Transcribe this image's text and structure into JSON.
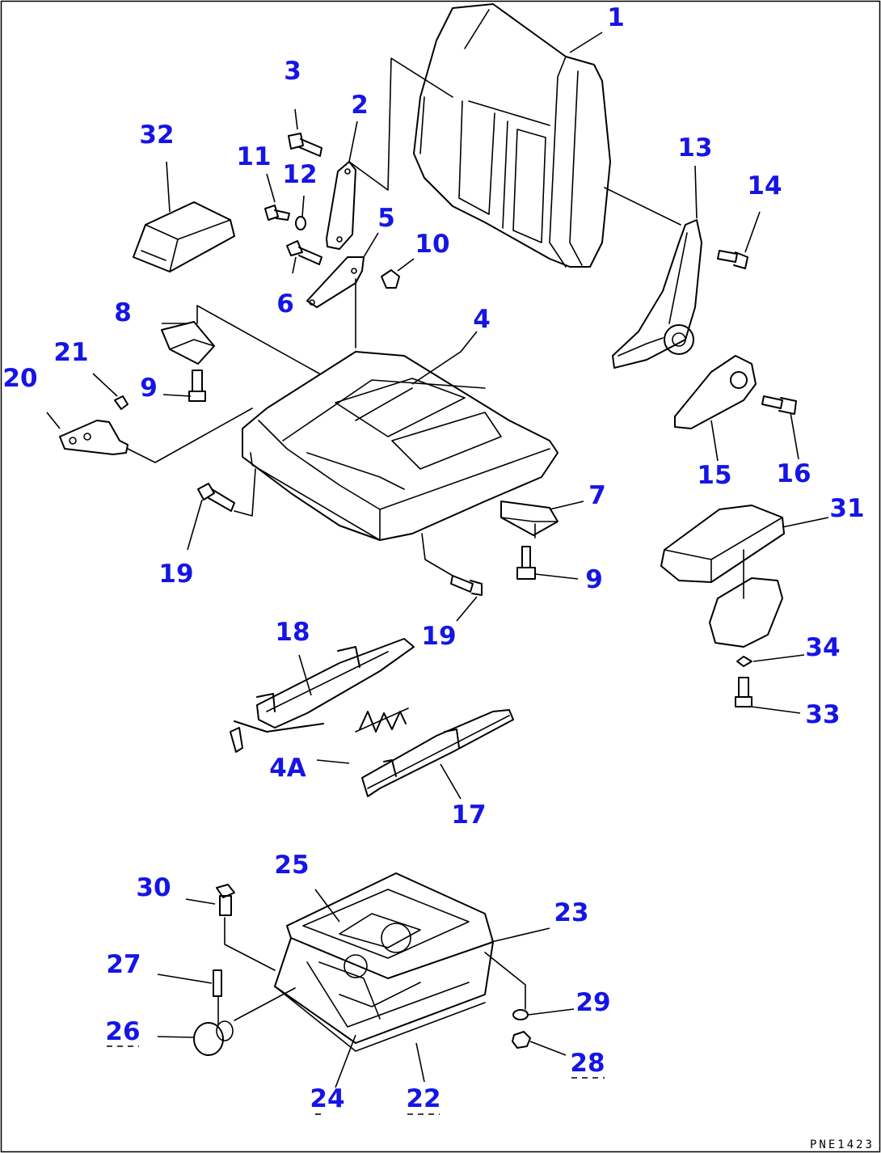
{
  "diagram": {
    "drawing_code": "PNE1423",
    "callouts": [
      {
        "id": "c1",
        "label": "1"
      },
      {
        "id": "c2",
        "label": "2"
      },
      {
        "id": "c3",
        "label": "3"
      },
      {
        "id": "c4",
        "label": "4"
      },
      {
        "id": "c4a",
        "label": "4A"
      },
      {
        "id": "c5",
        "label": "5"
      },
      {
        "id": "c6",
        "label": "6"
      },
      {
        "id": "c7",
        "label": "7"
      },
      {
        "id": "c8",
        "label": "8"
      },
      {
        "id": "c9a",
        "label": "9"
      },
      {
        "id": "c9b",
        "label": "9"
      },
      {
        "id": "c10",
        "label": "10"
      },
      {
        "id": "c11",
        "label": "11"
      },
      {
        "id": "c12",
        "label": "12"
      },
      {
        "id": "c13",
        "label": "13"
      },
      {
        "id": "c14",
        "label": "14"
      },
      {
        "id": "c15",
        "label": "15"
      },
      {
        "id": "c16",
        "label": "16"
      },
      {
        "id": "c17",
        "label": "17"
      },
      {
        "id": "c18",
        "label": "18"
      },
      {
        "id": "c19a",
        "label": "19"
      },
      {
        "id": "c19b",
        "label": "19"
      },
      {
        "id": "c20",
        "label": "20"
      },
      {
        "id": "c21",
        "label": "21"
      },
      {
        "id": "c22",
        "label": "22"
      },
      {
        "id": "c23",
        "label": "23"
      },
      {
        "id": "c24",
        "label": "24"
      },
      {
        "id": "c25",
        "label": "25"
      },
      {
        "id": "c26",
        "label": "26"
      },
      {
        "id": "c27",
        "label": "27"
      },
      {
        "id": "c28",
        "label": "28"
      },
      {
        "id": "c29",
        "label": "29"
      },
      {
        "id": "c30",
        "label": "30"
      },
      {
        "id": "c31",
        "label": "31"
      },
      {
        "id": "c32",
        "label": "32"
      },
      {
        "id": "c33",
        "label": "33"
      },
      {
        "id": "c34",
        "label": "34"
      }
    ]
  }
}
